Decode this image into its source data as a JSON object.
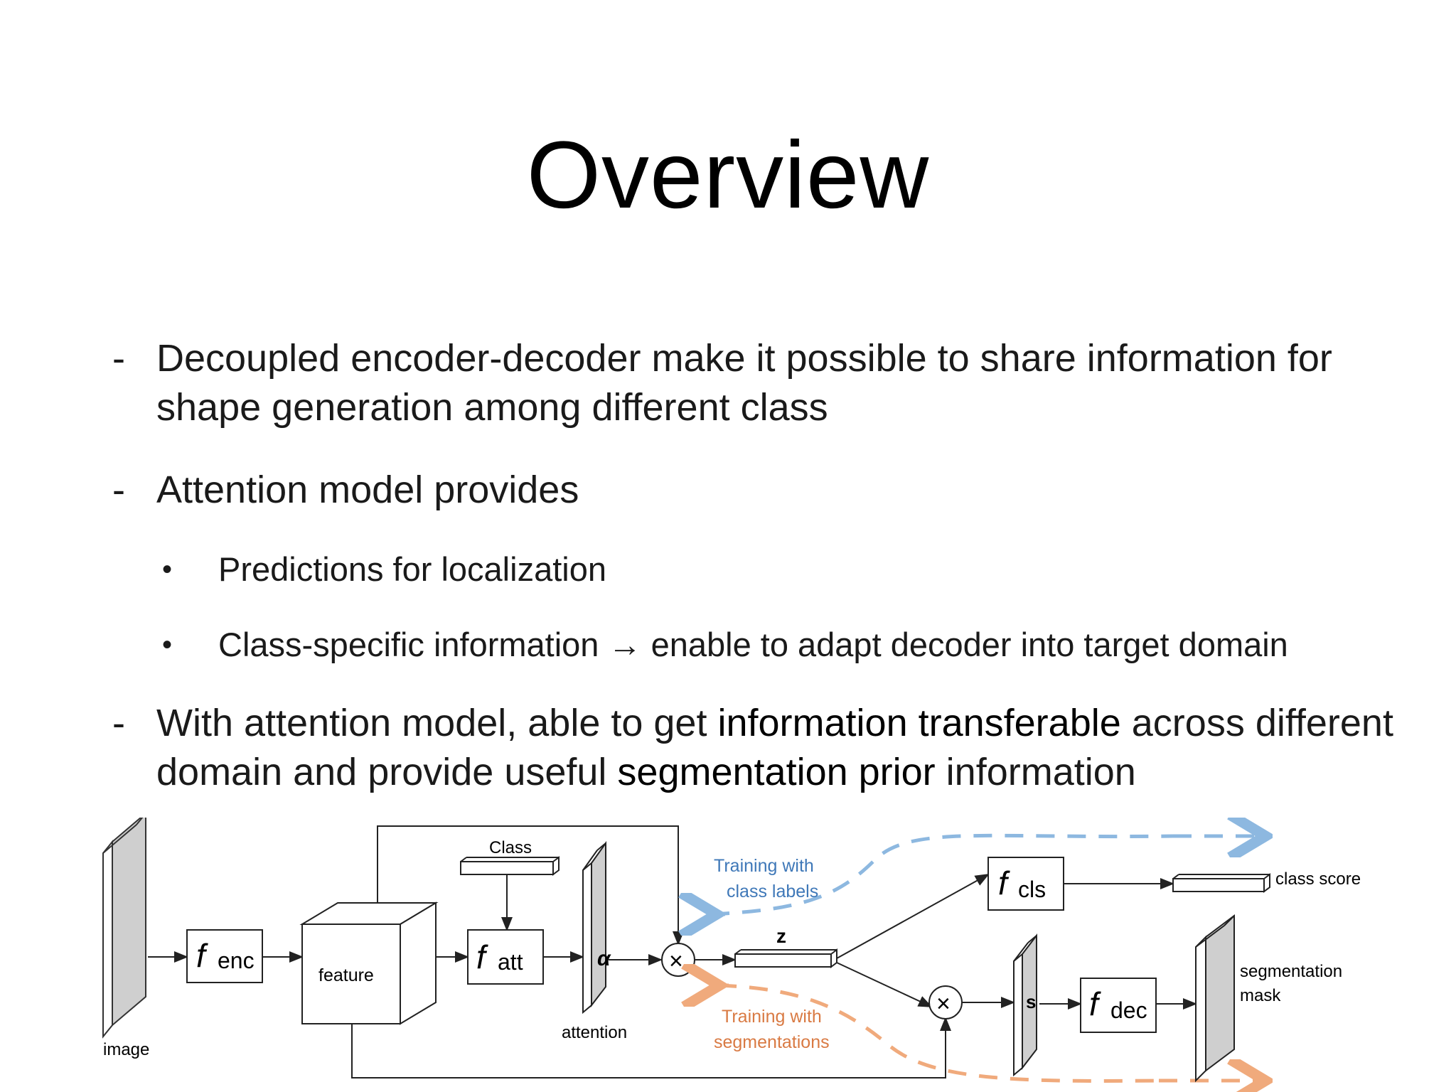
{
  "slide": {
    "title": "Overview",
    "bullets": [
      {
        "dash": "-",
        "text": "Decoupled encoder-decoder make it possible to share information for shape generation among different class"
      },
      {
        "dash": "-",
        "text": "Attention model provides"
      },
      {
        "dot": "•",
        "text": "Predictions for localization"
      },
      {
        "dot": "•",
        "text": "Class-specific information → enable to adapt decoder into target domain"
      },
      {
        "dash": "-",
        "text_a": "With attention model, able to get ",
        "strong_a": "information transferable",
        "text_b": " across different domain and provide useful ",
        "strong_b": "segmentation prior",
        "text_c": " information"
      }
    ]
  },
  "diagram": {
    "image_label": "image",
    "fenc": {
      "f": "f",
      "sub": "enc"
    },
    "feature_label": "feature",
    "class_label": "Class",
    "fatt": {
      "f": "f",
      "sub": "att"
    },
    "alpha": "α",
    "attention_label": "attention",
    "multiply_symbol": "×",
    "z_label": "z",
    "training_class": {
      "line1": "Training with",
      "line2": "class labels"
    },
    "training_seg": {
      "line1": "Training with",
      "line2": "segmentations"
    },
    "fcls": {
      "f": "f",
      "sub": "cls"
    },
    "class_score_label": "class score",
    "s_label": "s",
    "fdec": {
      "f": "f",
      "sub": "dec"
    },
    "seg_mask": {
      "line1": "segmentation",
      "line2": "mask"
    },
    "colors": {
      "blue": "#8db8e0",
      "orange": "#f0aa7c",
      "blue_text": "#3f78b8",
      "orange_text": "#d97a43",
      "fill_gray": "#cfcfcf"
    }
  }
}
